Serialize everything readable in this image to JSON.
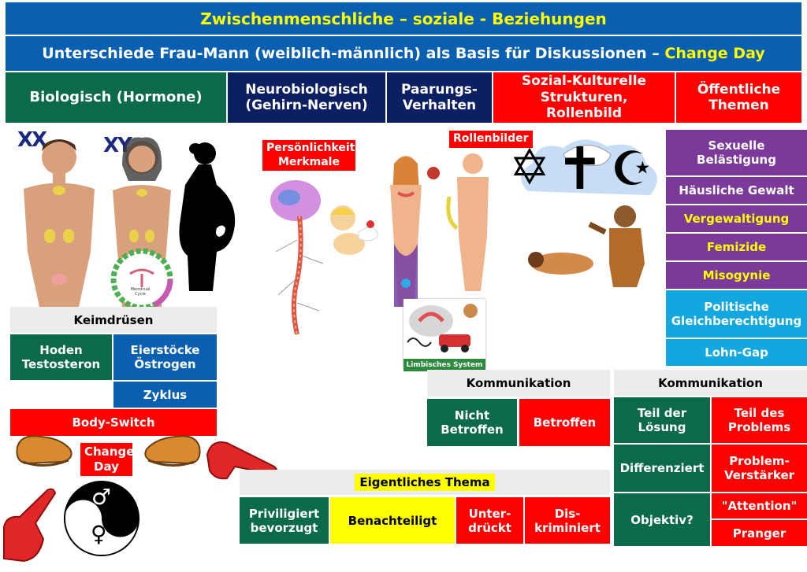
{
  "header": {
    "title": "Zwischenmenschliche – soziale - Beziehungen",
    "subtitle_main": "Unterschiede Frau-Mann (weiblich-männlich) als Basis für Diskussionen – ",
    "subtitle_accent": "Change Day"
  },
  "columns": [
    {
      "label": "Biologisch (Hormone)"
    },
    {
      "label": "Neurobiologisch (Gehirn-Nerven)"
    },
    {
      "label": "Paarungs-Verhalten"
    },
    {
      "label": "Sozial-Kulturelle Strukturen, Rollenbild"
    },
    {
      "label": "Öffentliche Themen"
    }
  ],
  "images": {
    "chromo_xx": "XX",
    "chromo_xy": "XY",
    "persoenlichkeit_label": "Persönlichkeits-Merkmale",
    "rollenbilder_label": "Rollenbilder",
    "limbic_label": "Limbisches System",
    "cycle_label": "Menstrual Cycle"
  },
  "keimdruesen": {
    "header": "Keimdrüsen",
    "hoden": "Hoden Testosteron",
    "eierstoecke": "Eierstöcke Östrogen",
    "zyklus": "Zyklus",
    "body_switch": "Body-Switch",
    "change_day": "Change Day"
  },
  "symbols": {
    "male": "♂",
    "female": "♀",
    "star_of_david": "✡",
    "cross": "✝",
    "crescent": "☪"
  },
  "public_topics": [
    {
      "label": "Sexuelle Belästigung",
      "color": "#7b3a9a",
      "text_color": "#ffffff"
    },
    {
      "label": "Häusliche Gewalt",
      "color": "#7b3a9a",
      "text_color": "#ffffff"
    },
    {
      "label": "Vergewaltigung",
      "color": "#7b3a9a",
      "text_color": "#ffff00"
    },
    {
      "label": "Femizide",
      "color": "#7b3a9a",
      "text_color": "#ffff00"
    },
    {
      "label": "Misogynie",
      "color": "#7b3a9a",
      "text_color": "#ffff00"
    },
    {
      "label": "Politische Gleichberechtigung",
      "color": "#13a7e0",
      "text_color": "#ffffff"
    },
    {
      "label": "Lohn-Gap",
      "color": "#13a7e0",
      "text_color": "#ffffff"
    }
  ],
  "kommunikation_1": {
    "header": "Kommunikation",
    "nicht_betroffen": "Nicht Betroffen",
    "betroffen": "Betroffen"
  },
  "kommunikation_2": {
    "header": "Kommunikation",
    "teil_loesung": "Teil der Lösung",
    "teil_problem": "Teil des Problems",
    "differenziert": "Differenziert",
    "verstaerker": "Problem-Verstärker",
    "objektiv": "Objektiv?",
    "attention": "\"Attention\"",
    "pranger": "Pranger"
  },
  "eigentliches_thema": {
    "header": "Eigentliches Thema",
    "privilegiert": "Priviligiert bevorzugt",
    "benachteiligt": "Benachteiligt",
    "unterdrueckt": "Unter-drückt",
    "diskriminiert": "Dis-kriminiert"
  }
}
